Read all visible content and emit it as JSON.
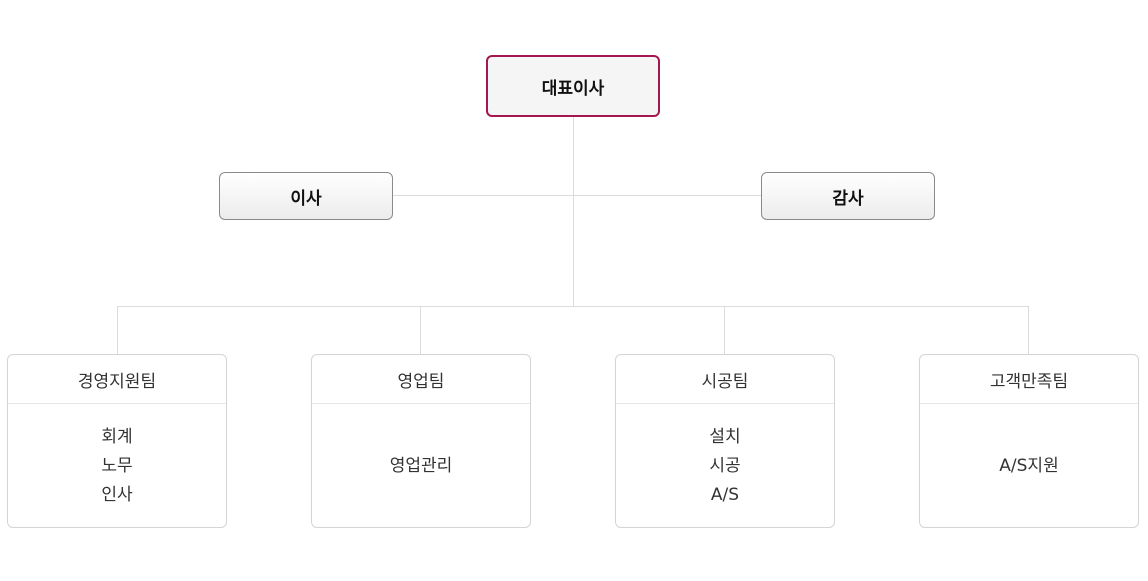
{
  "ceo": {
    "label": "대표이사"
  },
  "director": {
    "label": "이사"
  },
  "auditor": {
    "label": "감사"
  },
  "teams": [
    {
      "name": "경영지원팀",
      "items": [
        "회계",
        "노무",
        "인사"
      ]
    },
    {
      "name": "영업팀",
      "items": [
        "영업관리"
      ]
    },
    {
      "name": "시공팀",
      "items": [
        "설치",
        "시공",
        "A/S"
      ]
    },
    {
      "name": "고객만족팀",
      "items": [
        "A/S지원"
      ]
    }
  ]
}
